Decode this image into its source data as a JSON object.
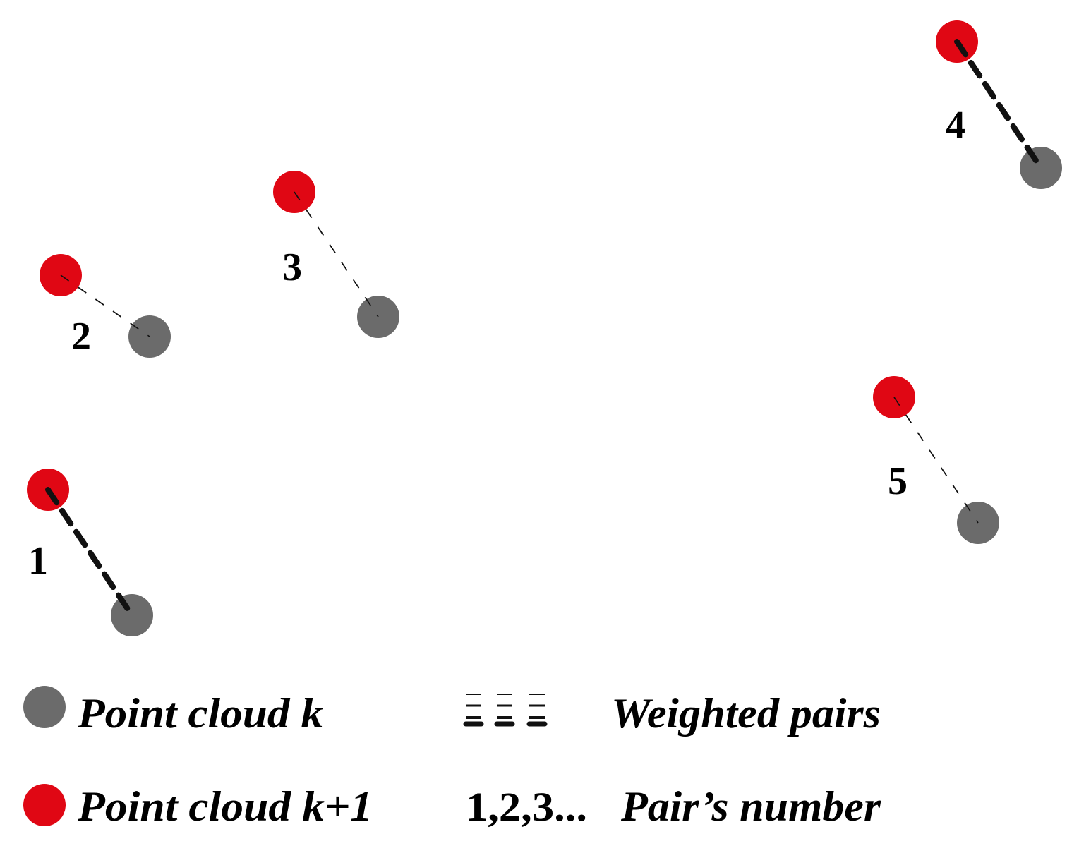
{
  "colors": {
    "cloud_k": "#6b6b6b",
    "cloud_k1": "#e00714",
    "pair_line": "#111111"
  },
  "pairs": [
    {
      "number": "1",
      "weight": "heavy"
    },
    {
      "number": "2",
      "weight": "light"
    },
    {
      "number": "3",
      "weight": "light"
    },
    {
      "number": "4",
      "weight": "heavy"
    },
    {
      "number": "5",
      "weight": "light"
    }
  ],
  "legend": {
    "cloud_k_label": "Point cloud k",
    "cloud_k1_label": "Point cloud k+1",
    "weighted_pairs_label": "Weighted pairs",
    "pair_number_symbol": "1,2,3...",
    "pair_number_label": "Pair’s number"
  }
}
